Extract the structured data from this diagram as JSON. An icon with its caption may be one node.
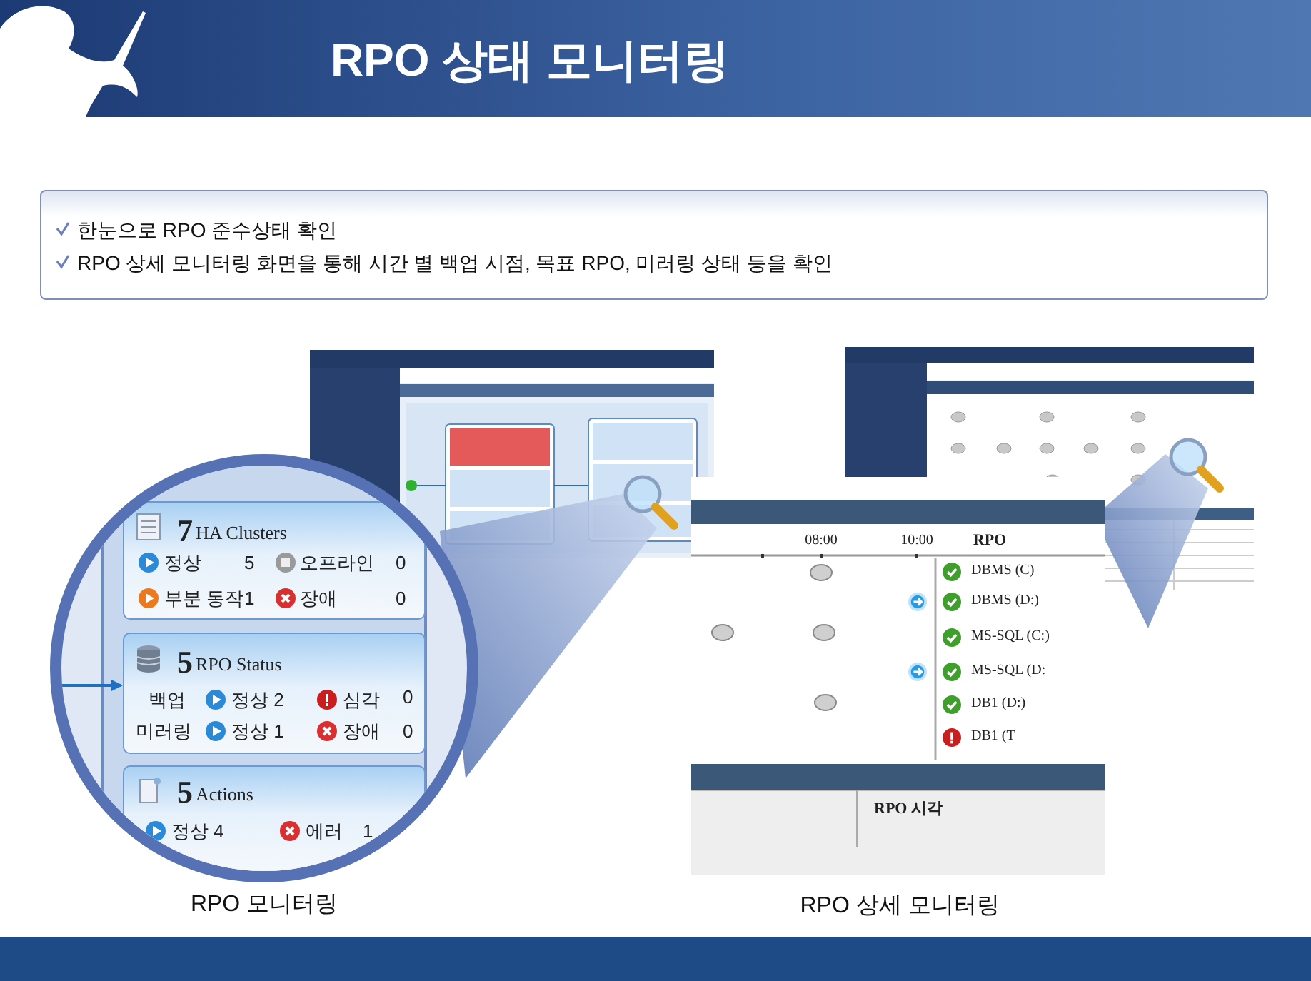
{
  "diagram": {
    "title": "RPO 상태 모니터링",
    "nodes": [
      {
        "text": [
          "한눈으로 RPO 준수상태 확인",
          "RPO 상세 모니터링 화면을 통해 시간 별 백업 시점, 목표  RPO, 미러링 상태 등을 확인"
        ]
      },
      {
        "text": [],
        "shape": "circle",
        "beside": [
          "RPO 모니터링"
        ]
      },
      {
        "text": [
          "7",
          "HA Clusters",
          "정상",
          "5",
          "오프라인",
          "0",
          "부분 동작",
          "1",
          "장애",
          "0"
        ],
        "in": 1
      },
      {
        "text": [
          "5",
          "RPO Status",
          "백업",
          "정상 2",
          "심각",
          "0",
          "미러링",
          "정상 1",
          "장애",
          "0"
        ],
        "in": 1
      },
      {
        "text": [
          "5",
          "Actions",
          "정상 4",
          "에러",
          "1"
        ],
        "in": 1
      },
      {
        "text": [
          "08:00",
          "10:00",
          "RPO",
          "DBMS (C)",
          "DBMS (D:)",
          "MS-SQL (C:)",
          "MS-SQL (D:",
          "DB1 (D:)",
          "DB1 (T",
          "RPO 시각"
        ],
        "beside": [
          "RPO 상세 모니터링"
        ]
      }
    ],
    "edges": [
      {
        "from": null,
        "to": 3,
        "arrow": "to"
      }
    ]
  }
}
